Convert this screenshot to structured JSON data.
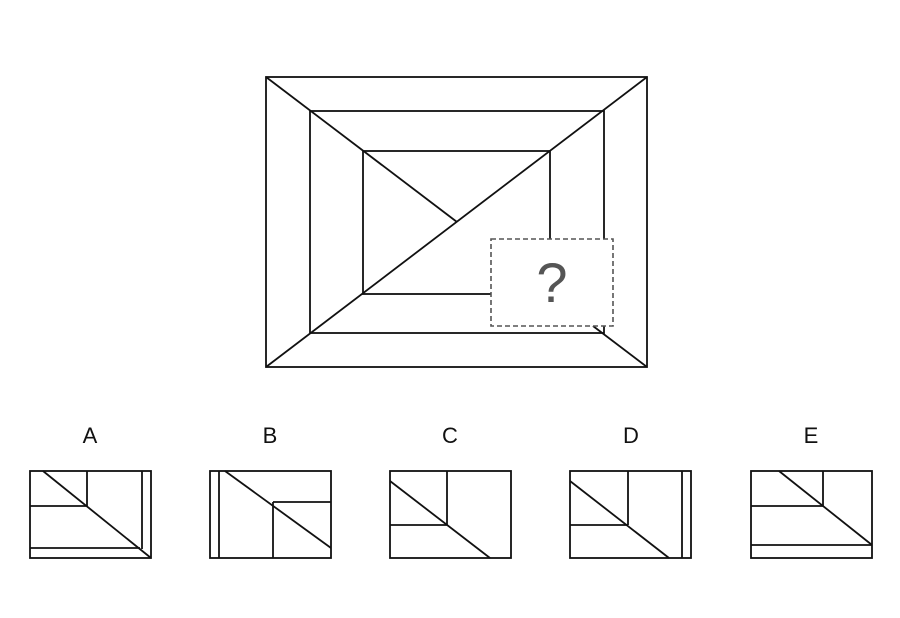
{
  "main_figure": {
    "missing_piece_mark": "?"
  },
  "options": [
    {
      "label": "A"
    },
    {
      "label": "B"
    },
    {
      "label": "C"
    },
    {
      "label": "D"
    },
    {
      "label": "E"
    }
  ],
  "colors": {
    "line": "#111111",
    "dashed_border": "#555555",
    "question_mark": "#555555"
  }
}
